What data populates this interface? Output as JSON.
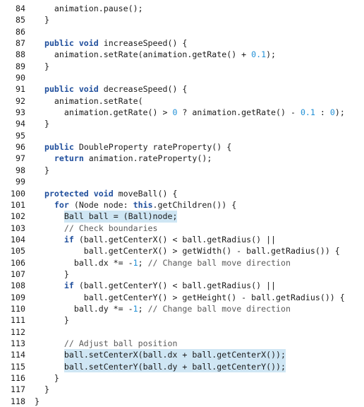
{
  "lines": [
    {
      "n": "84",
      "hl": false,
      "seg": [
        [
          "p",
          "    animation.pause();"
        ]
      ]
    },
    {
      "n": "85",
      "hl": false,
      "seg": [
        [
          "p",
          "  }"
        ]
      ]
    },
    {
      "n": "86",
      "hl": false,
      "seg": []
    },
    {
      "n": "87",
      "hl": false,
      "seg": [
        [
          "p",
          "  "
        ],
        [
          "k",
          "public void"
        ],
        [
          "p",
          " increaseSpeed() {"
        ]
      ]
    },
    {
      "n": "88",
      "hl": false,
      "seg": [
        [
          "p",
          "    animation.setRate(animation.getRate() + "
        ],
        [
          "n",
          "0.1"
        ],
        [
          "p",
          ");"
        ]
      ]
    },
    {
      "n": "89",
      "hl": false,
      "seg": [
        [
          "p",
          "  }"
        ]
      ]
    },
    {
      "n": "90",
      "hl": false,
      "seg": []
    },
    {
      "n": "91",
      "hl": false,
      "seg": [
        [
          "p",
          "  "
        ],
        [
          "k",
          "public void"
        ],
        [
          "p",
          " decreaseSpeed() {"
        ]
      ]
    },
    {
      "n": "92",
      "hl": false,
      "seg": [
        [
          "p",
          "    animation.setRate("
        ]
      ]
    },
    {
      "n": "93",
      "hl": false,
      "seg": [
        [
          "p",
          "      animation.getRate() > "
        ],
        [
          "n",
          "0"
        ],
        [
          "p",
          " ? animation.getRate() - "
        ],
        [
          "n",
          "0.1"
        ],
        [
          "p",
          " : "
        ],
        [
          "n",
          "0"
        ],
        [
          "p",
          ");"
        ]
      ]
    },
    {
      "n": "94",
      "hl": false,
      "seg": [
        [
          "p",
          "  }"
        ]
      ]
    },
    {
      "n": "95",
      "hl": false,
      "seg": []
    },
    {
      "n": "96",
      "hl": false,
      "seg": [
        [
          "p",
          "  "
        ],
        [
          "k",
          "public"
        ],
        [
          "p",
          " DoubleProperty rateProperty() {"
        ]
      ]
    },
    {
      "n": "97",
      "hl": false,
      "seg": [
        [
          "p",
          "    "
        ],
        [
          "k",
          "return"
        ],
        [
          "p",
          " animation.rateProperty();"
        ]
      ]
    },
    {
      "n": "98",
      "hl": false,
      "seg": [
        [
          "p",
          "  }"
        ]
      ]
    },
    {
      "n": "99",
      "hl": false,
      "seg": []
    },
    {
      "n": "100",
      "hl": false,
      "seg": [
        [
          "p",
          "  "
        ],
        [
          "k",
          "protected void"
        ],
        [
          "p",
          " moveBall() {"
        ]
      ]
    },
    {
      "n": "101",
      "hl": false,
      "seg": [
        [
          "p",
          "    "
        ],
        [
          "k",
          "for"
        ],
        [
          "p",
          " (Node node: "
        ],
        [
          "k",
          "this"
        ],
        [
          "p",
          ".getChildren()) {"
        ]
      ]
    },
    {
      "n": "102",
      "hl": true,
      "seg": [
        [
          "p",
          "      Ball ball = (Ball)node;"
        ]
      ]
    },
    {
      "n": "103",
      "hl": false,
      "seg": [
        [
          "p",
          "      "
        ],
        [
          "c",
          "// Check boundaries"
        ]
      ]
    },
    {
      "n": "104",
      "hl": false,
      "seg": [
        [
          "p",
          "      "
        ],
        [
          "k",
          "if"
        ],
        [
          "p",
          " (ball.getCenterX() < ball.getRadius() ||"
        ]
      ]
    },
    {
      "n": "105",
      "hl": false,
      "seg": [
        [
          "p",
          "          ball.getCenterX() > getWidth() - ball.getRadius()) {"
        ]
      ]
    },
    {
      "n": "106",
      "hl": false,
      "seg": [
        [
          "p",
          "        ball.dx *= -"
        ],
        [
          "n",
          "1"
        ],
        [
          "p",
          "; "
        ],
        [
          "c",
          "// Change ball move direction"
        ]
      ]
    },
    {
      "n": "107",
      "hl": false,
      "seg": [
        [
          "p",
          "      }"
        ]
      ]
    },
    {
      "n": "108",
      "hl": false,
      "seg": [
        [
          "p",
          "      "
        ],
        [
          "k",
          "if"
        ],
        [
          "p",
          " (ball.getCenterY() < ball.getRadius() ||"
        ]
      ]
    },
    {
      "n": "109",
      "hl": false,
      "seg": [
        [
          "p",
          "          ball.getCenterY() > getHeight() - ball.getRadius()) {"
        ]
      ]
    },
    {
      "n": "110",
      "hl": false,
      "seg": [
        [
          "p",
          "        ball.dy *= -"
        ],
        [
          "n",
          "1"
        ],
        [
          "p",
          "; "
        ],
        [
          "c",
          "// Change ball move direction"
        ]
      ]
    },
    {
      "n": "111",
      "hl": false,
      "seg": [
        [
          "p",
          "      }"
        ]
      ]
    },
    {
      "n": "112",
      "hl": false,
      "seg": []
    },
    {
      "n": "113",
      "hl": false,
      "seg": [
        [
          "p",
          "      "
        ],
        [
          "c",
          "// Adjust ball position"
        ]
      ]
    },
    {
      "n": "114",
      "hl": true,
      "seg": [
        [
          "p",
          "      ball.setCenterX(ball.dx + ball.getCenterX());"
        ]
      ]
    },
    {
      "n": "115",
      "hl": true,
      "seg": [
        [
          "p",
          "      ball.setCenterY(ball.dy + ball.getCenterY());"
        ]
      ]
    },
    {
      "n": "116",
      "hl": false,
      "seg": [
        [
          "p",
          "    }"
        ]
      ]
    },
    {
      "n": "117",
      "hl": false,
      "seg": [
        [
          "p",
          "  }"
        ]
      ]
    },
    {
      "n": "118",
      "hl": false,
      "seg": [
        [
          "p",
          "}"
        ]
      ]
    }
  ]
}
